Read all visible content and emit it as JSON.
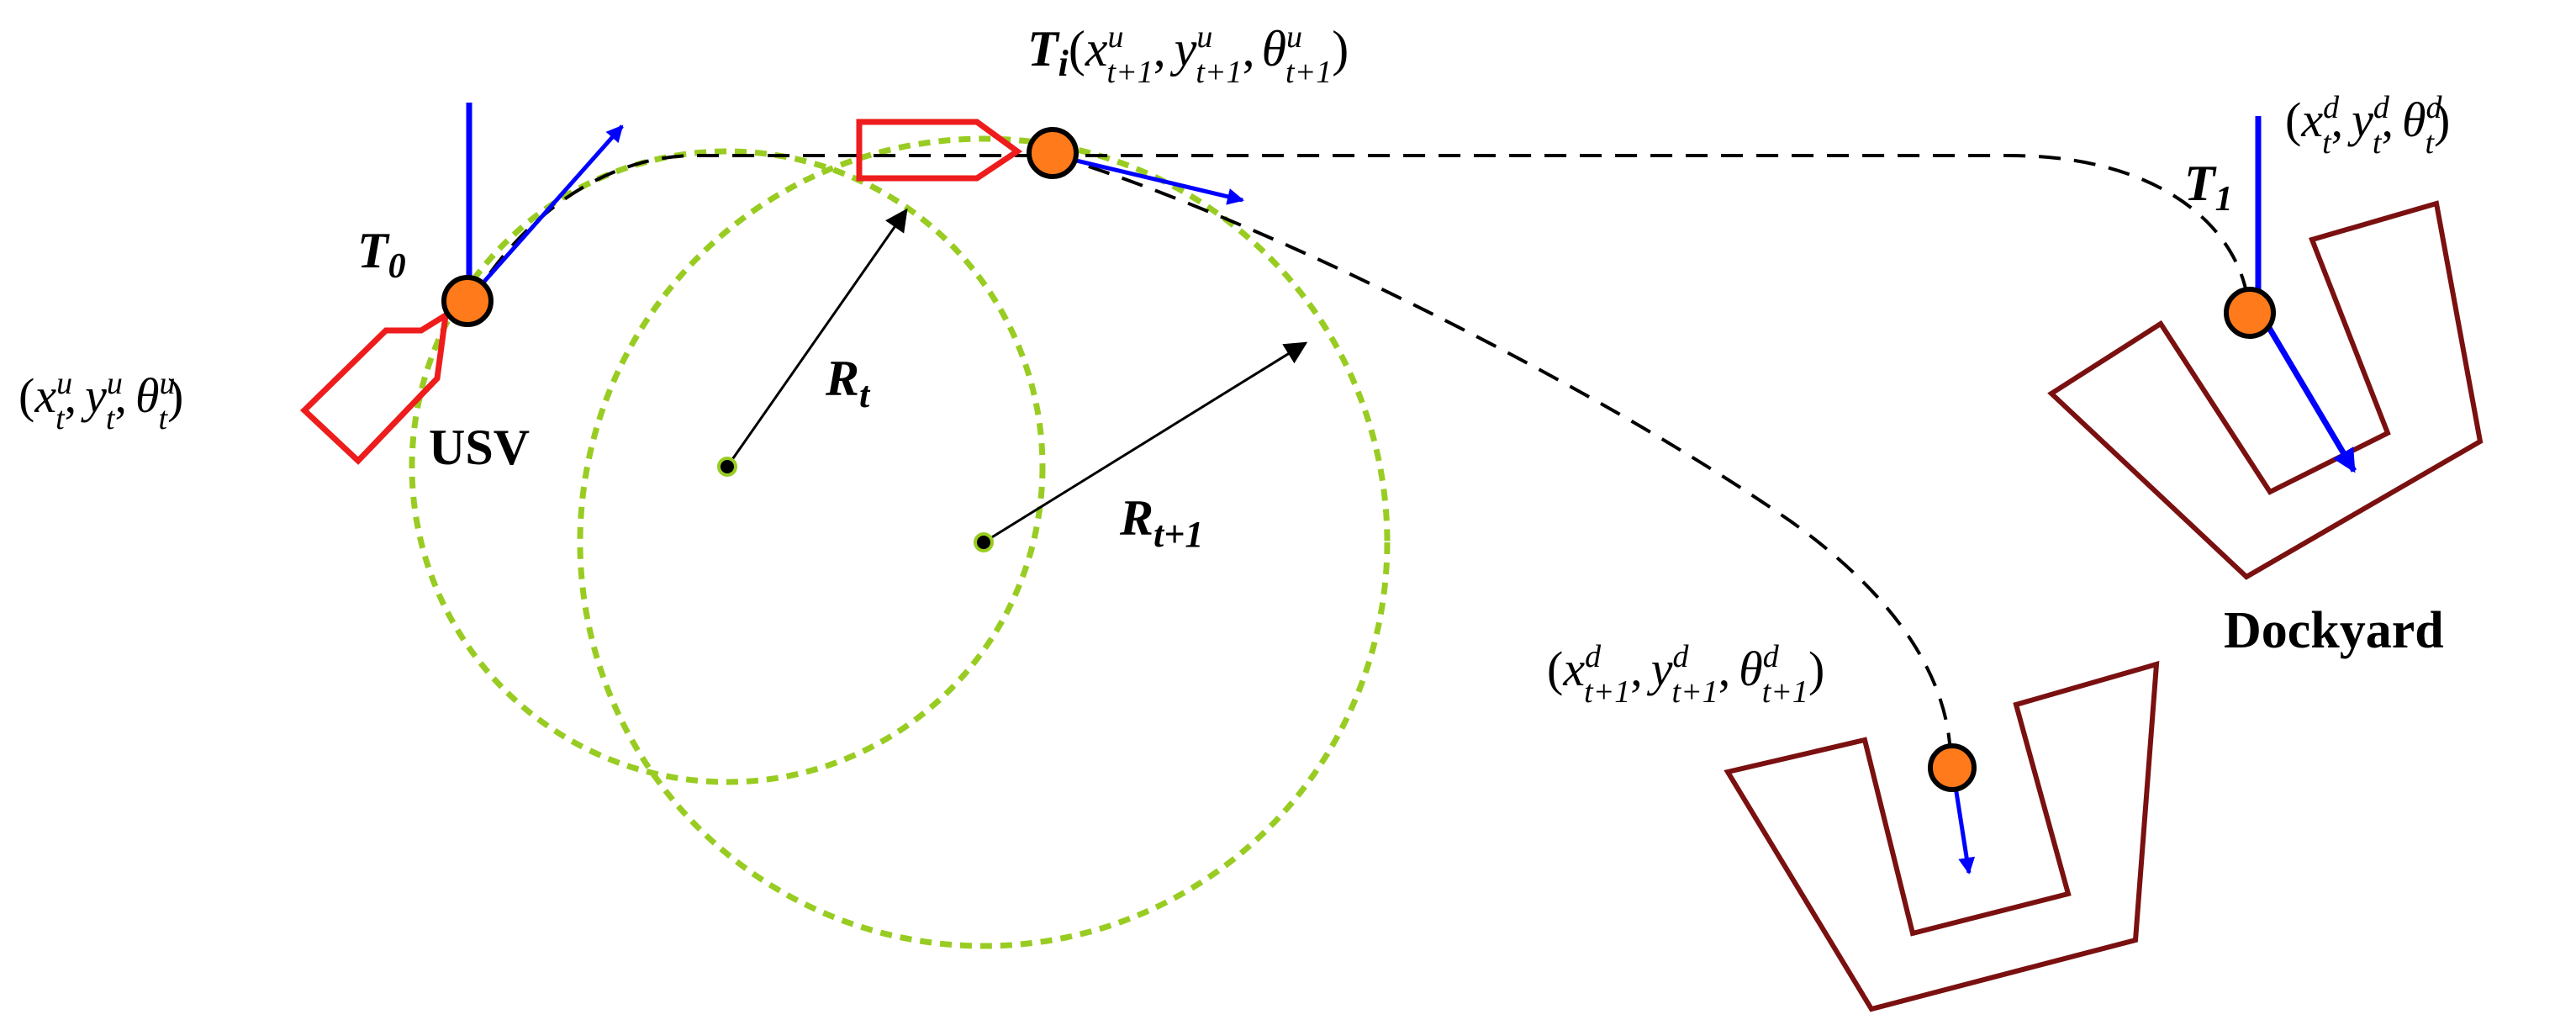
{
  "labels": {
    "t0": {
      "main": "T",
      "sub": "0"
    },
    "ti": {
      "main": "T",
      "sub": "i"
    },
    "t1": {
      "main": "T",
      "sub": "1"
    },
    "rt": {
      "main": "R",
      "sub": "t"
    },
    "rt1": {
      "main": "R",
      "sub": "t+1"
    },
    "usv": "USV",
    "dockyard": "Dockyard"
  },
  "states": {
    "usv_t": {
      "x": "x",
      "y": "y",
      "theta": "θ",
      "sup": "u",
      "sub": "t"
    },
    "usv_t1": {
      "x": "x",
      "y": "y",
      "theta": "θ",
      "sup": "u",
      "sub": "t+1"
    },
    "dock_t": {
      "x": "x",
      "y": "y",
      "theta": "θ",
      "sup": "d",
      "sub": "t"
    },
    "dock_t1": {
      "x": "x",
      "y": "y",
      "theta": "θ",
      "sup": "d",
      "sub": "t+1"
    }
  },
  "punctuation": {
    "open": "(",
    "close": ")",
    "comma": ","
  },
  "colors": {
    "path": "#000000",
    "circle": "#99cc22",
    "vessel": "#ee1c1c",
    "dock": "#7a1010",
    "heading": "#0000ff",
    "waypoint_fill": "#ff7a1a",
    "waypoint_stroke": "#000000"
  }
}
